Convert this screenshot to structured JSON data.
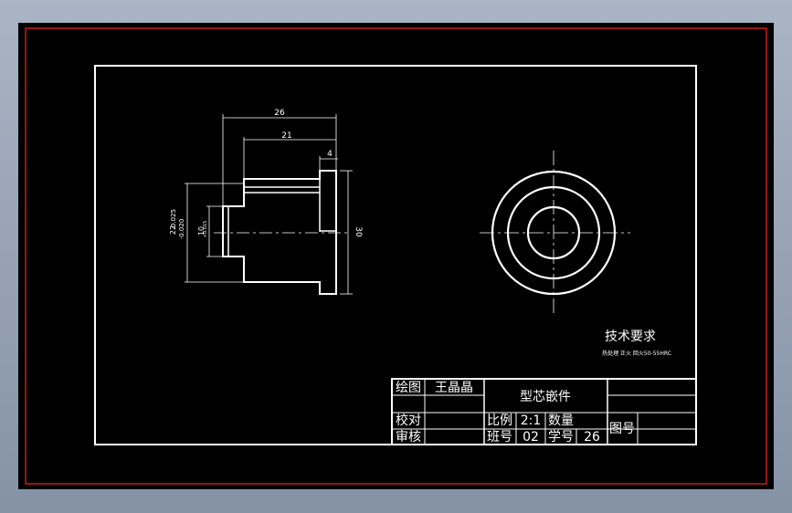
{
  "colors": {
    "background": "#000000",
    "line": "#ffffff",
    "border": "#cc0000",
    "frame": "#7f8b9c"
  },
  "section_view": {
    "dimensions": {
      "overall_length": "26",
      "body_length": "21",
      "flange_thickness": "4",
      "flange_diameter": "30",
      "bore_diameter": "10",
      "shoulder_diameter_line1": "22",
      "shoulder_diameter_line2": "-0.020",
      "shoulder_tolerance_upper": "0.025",
      "bore_tolerance": "+0.015"
    }
  },
  "technical_requirements": {
    "heading": "技术要求",
    "note": "热处理 正火 回火50-55HRC"
  },
  "title_block": {
    "label_drawn": "绘图",
    "drawn_by": "王晶晶",
    "label_checked": "校对",
    "label_reviewed": "审核",
    "part_name": "型芯嵌件",
    "label_scale": "比例",
    "scale": "2:1",
    "label_quantity": "数量",
    "label_class": "班号",
    "class_no": "02",
    "label_student": "学号",
    "student_no": "26",
    "label_drawing_no": "图号"
  }
}
